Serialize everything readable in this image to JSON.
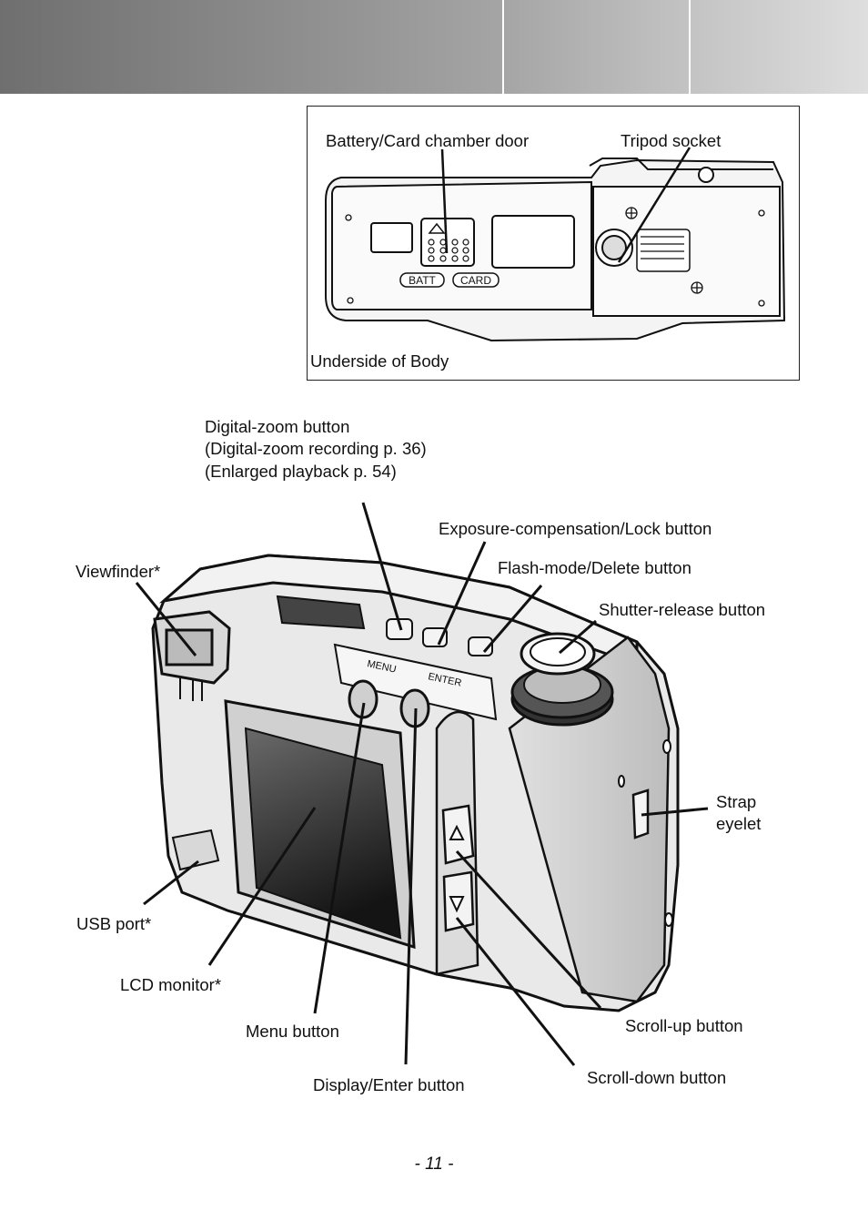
{
  "underside": {
    "battery_door_label": "Battery/Card chamber door",
    "tripod_label": "Tripod socket",
    "caption": "Underside of Body",
    "batt_text": "BATT",
    "card_text": "CARD"
  },
  "camera": {
    "digital_zoom": [
      "Digital-zoom button",
      "(Digital-zoom recording p. 36)",
      "(Enlarged playback p. 54)"
    ],
    "exposure": "Exposure-compensation/Lock button",
    "flash": "Flash-mode/Delete button",
    "shutter": "Shutter-release button",
    "viewfinder": "Viewfinder*",
    "strap": [
      "Strap",
      "eyelet"
    ],
    "usb": "USB port*",
    "lcd": "LCD monitor*",
    "menu": "Menu button",
    "display": "Display/Enter button",
    "scroll_up": "Scroll-up button",
    "scroll_down": "Scroll-down button",
    "menu_marking": "MENU",
    "enter_marking": "ENTER"
  },
  "page_number": "- 11 -"
}
